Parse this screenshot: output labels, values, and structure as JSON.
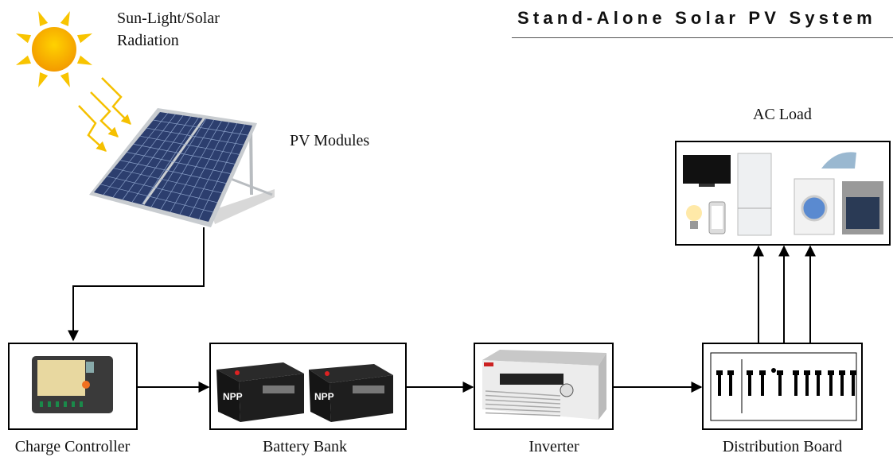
{
  "title": "Stand-Alone Solar PV System",
  "labels": {
    "sun": [
      "Sun-Light/Solar",
      "Radiation"
    ],
    "pv_modules": "PV Modules",
    "ac_load": "AC Load",
    "charge_controller": "Charge Controller",
    "battery_bank": "Battery Bank",
    "inverter": "Inverter",
    "distribution_board": "Distribution Board"
  },
  "product_marks": {
    "battery": "NPP"
  },
  "colors": {
    "sun": "#f7a400",
    "ray": "#f5c000",
    "panel": "#2c3e6e",
    "line": "#000000"
  }
}
